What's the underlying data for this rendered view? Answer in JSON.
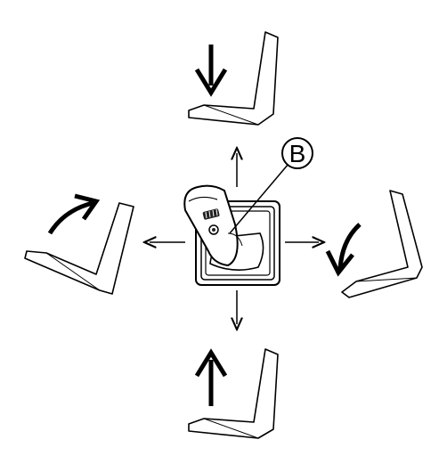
{
  "diagram": {
    "callout": {
      "label": "B"
    },
    "center": {
      "name": "joystick"
    },
    "directions": [
      "up",
      "down",
      "left",
      "right"
    ],
    "positions": [
      {
        "name": "top",
        "rotation_arrow": "down"
      },
      {
        "name": "bottom",
        "rotation_arrow": "up"
      },
      {
        "name": "left",
        "rotation_arrow": "curved-clockwise"
      },
      {
        "name": "right",
        "rotation_arrow": "curved-clockwise-down"
      }
    ],
    "colors": {
      "line": "#000000",
      "fill": "#ffffff",
      "grip": "#222222"
    }
  }
}
